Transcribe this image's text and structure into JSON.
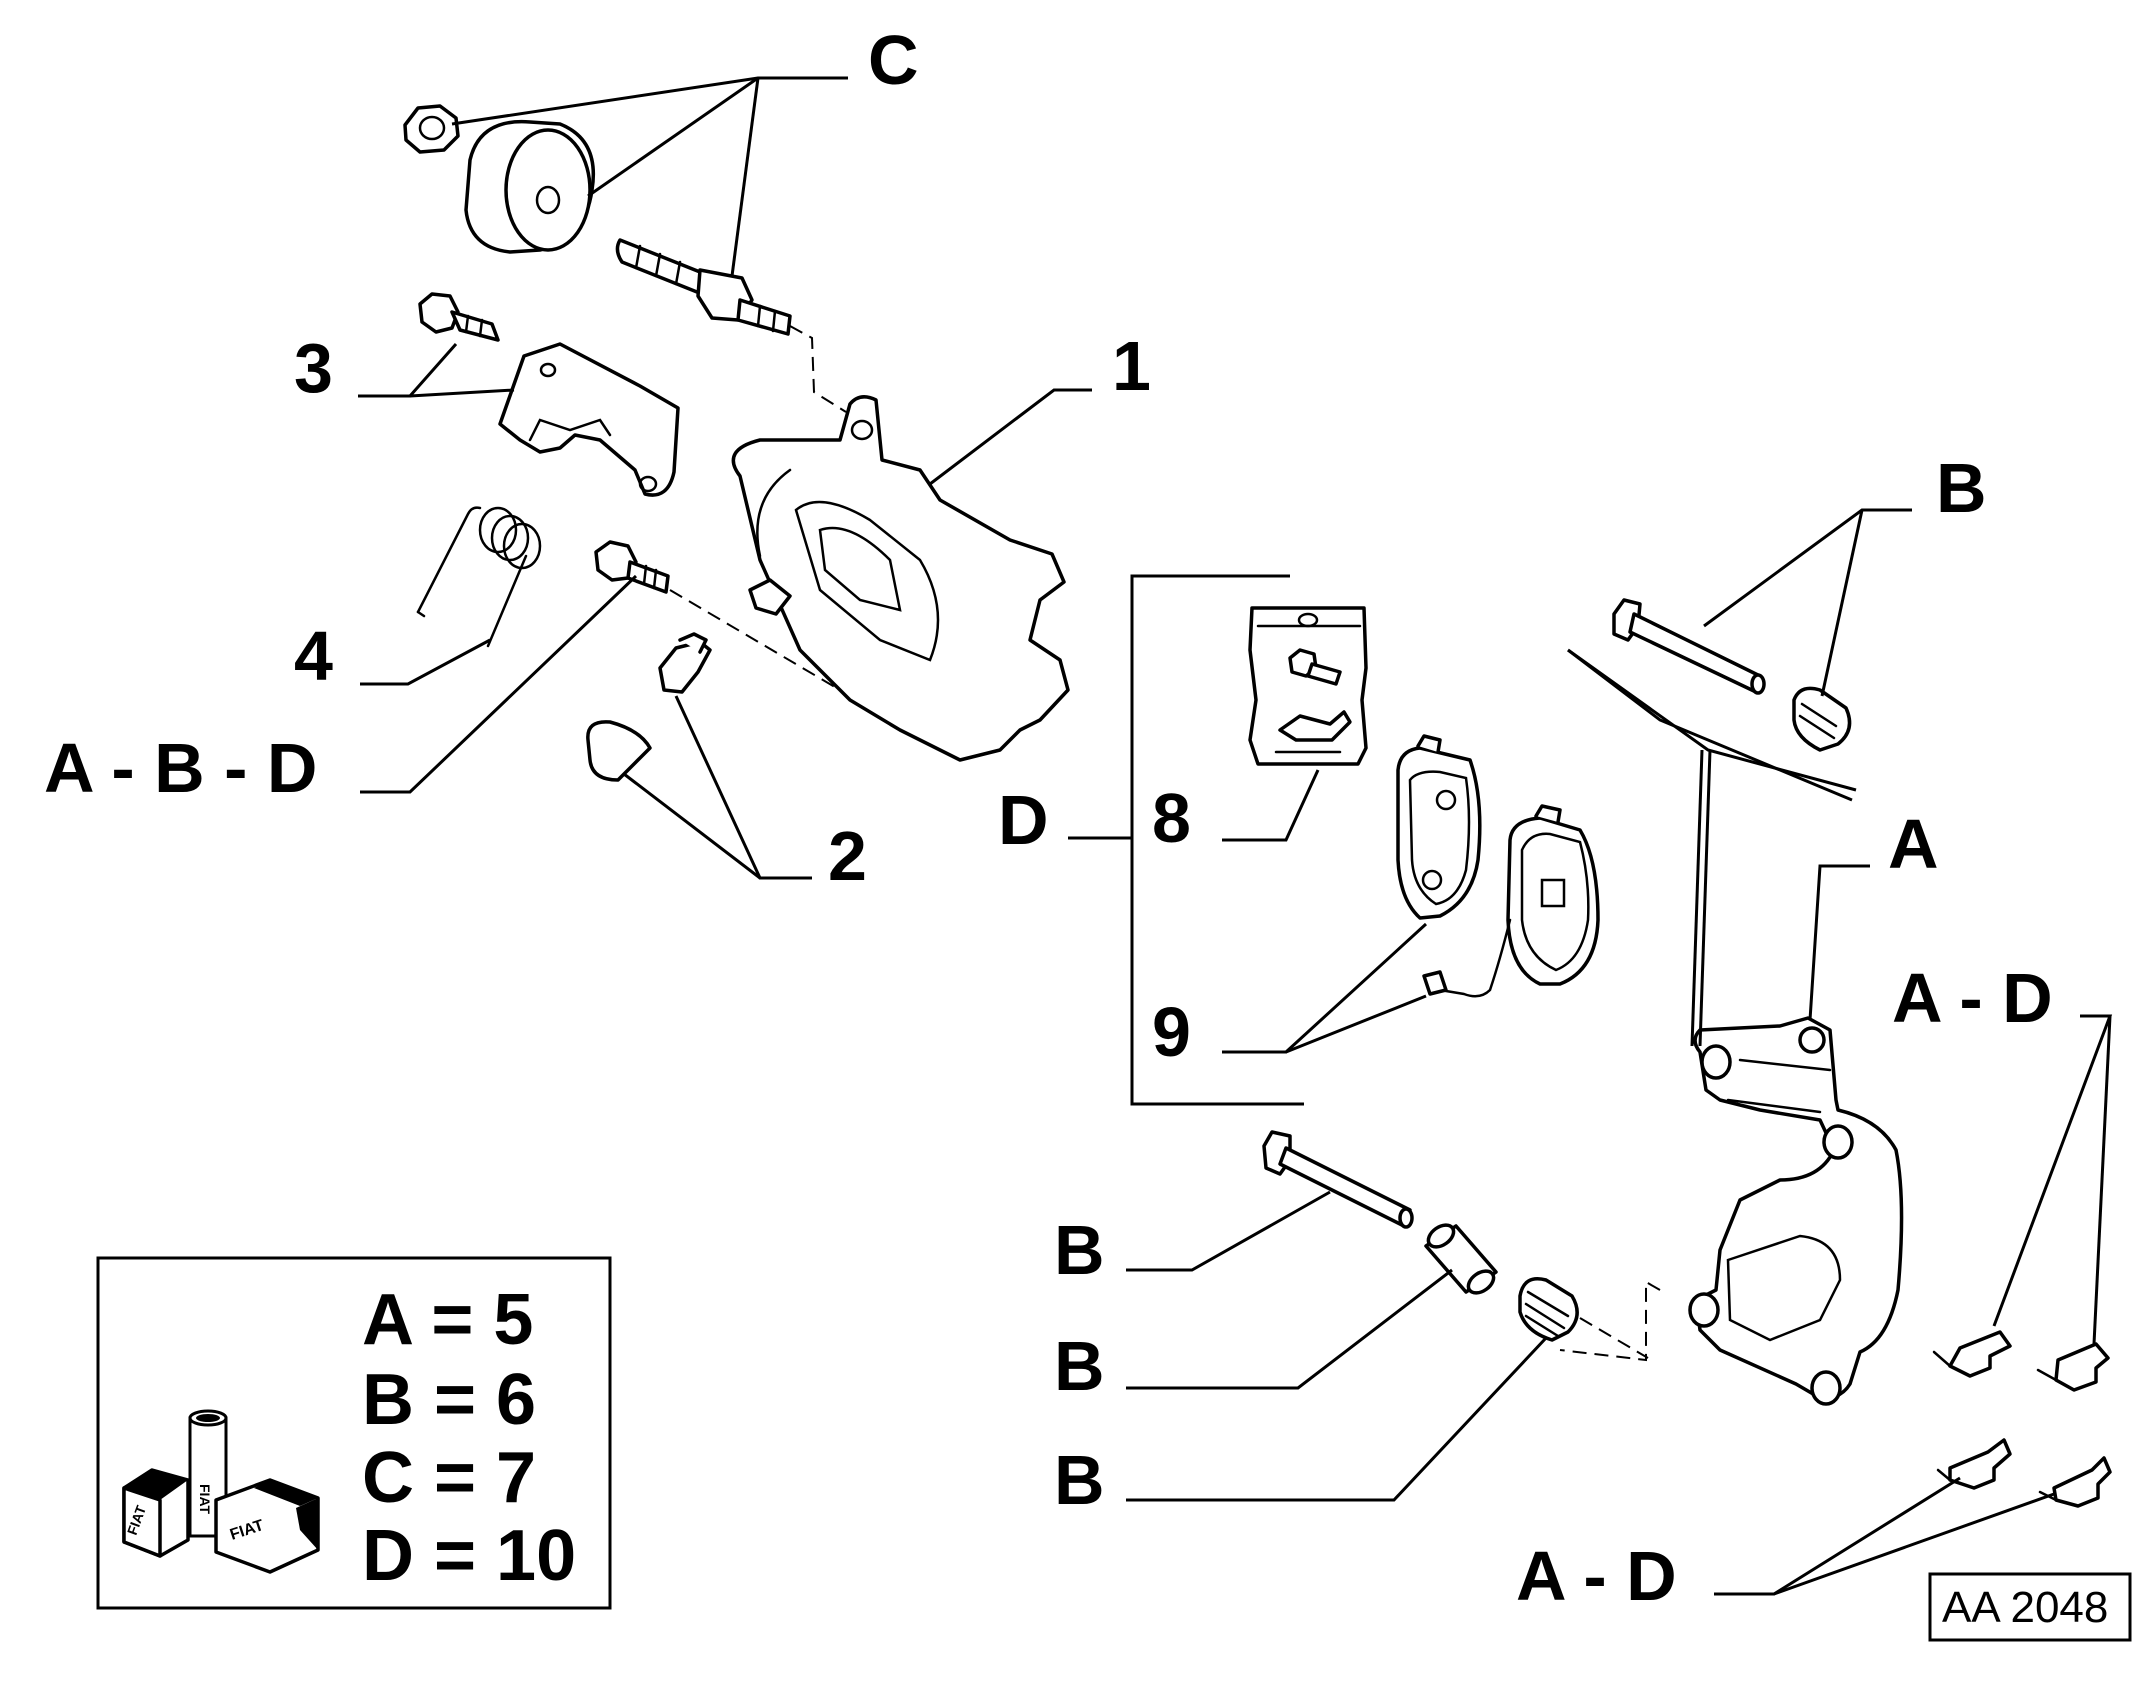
{
  "labels": {
    "c_top": "C",
    "n1": "1",
    "n3": "3",
    "n4": "4",
    "abd": "A - B - D",
    "n2": "2",
    "b_top": "B",
    "d_group": "D",
    "n8": "8",
    "n9": "9",
    "a_right": "A",
    "ad_upper": "A - D",
    "b_1": "B",
    "b_2": "B",
    "b_3": "B",
    "ad_lower": "A - D"
  },
  "legend": {
    "rows": [
      "A = 5",
      "B = 6",
      "C = 7",
      "D = 10"
    ],
    "logo_text": "FIAT"
  },
  "drawing_code": "AA 2048"
}
